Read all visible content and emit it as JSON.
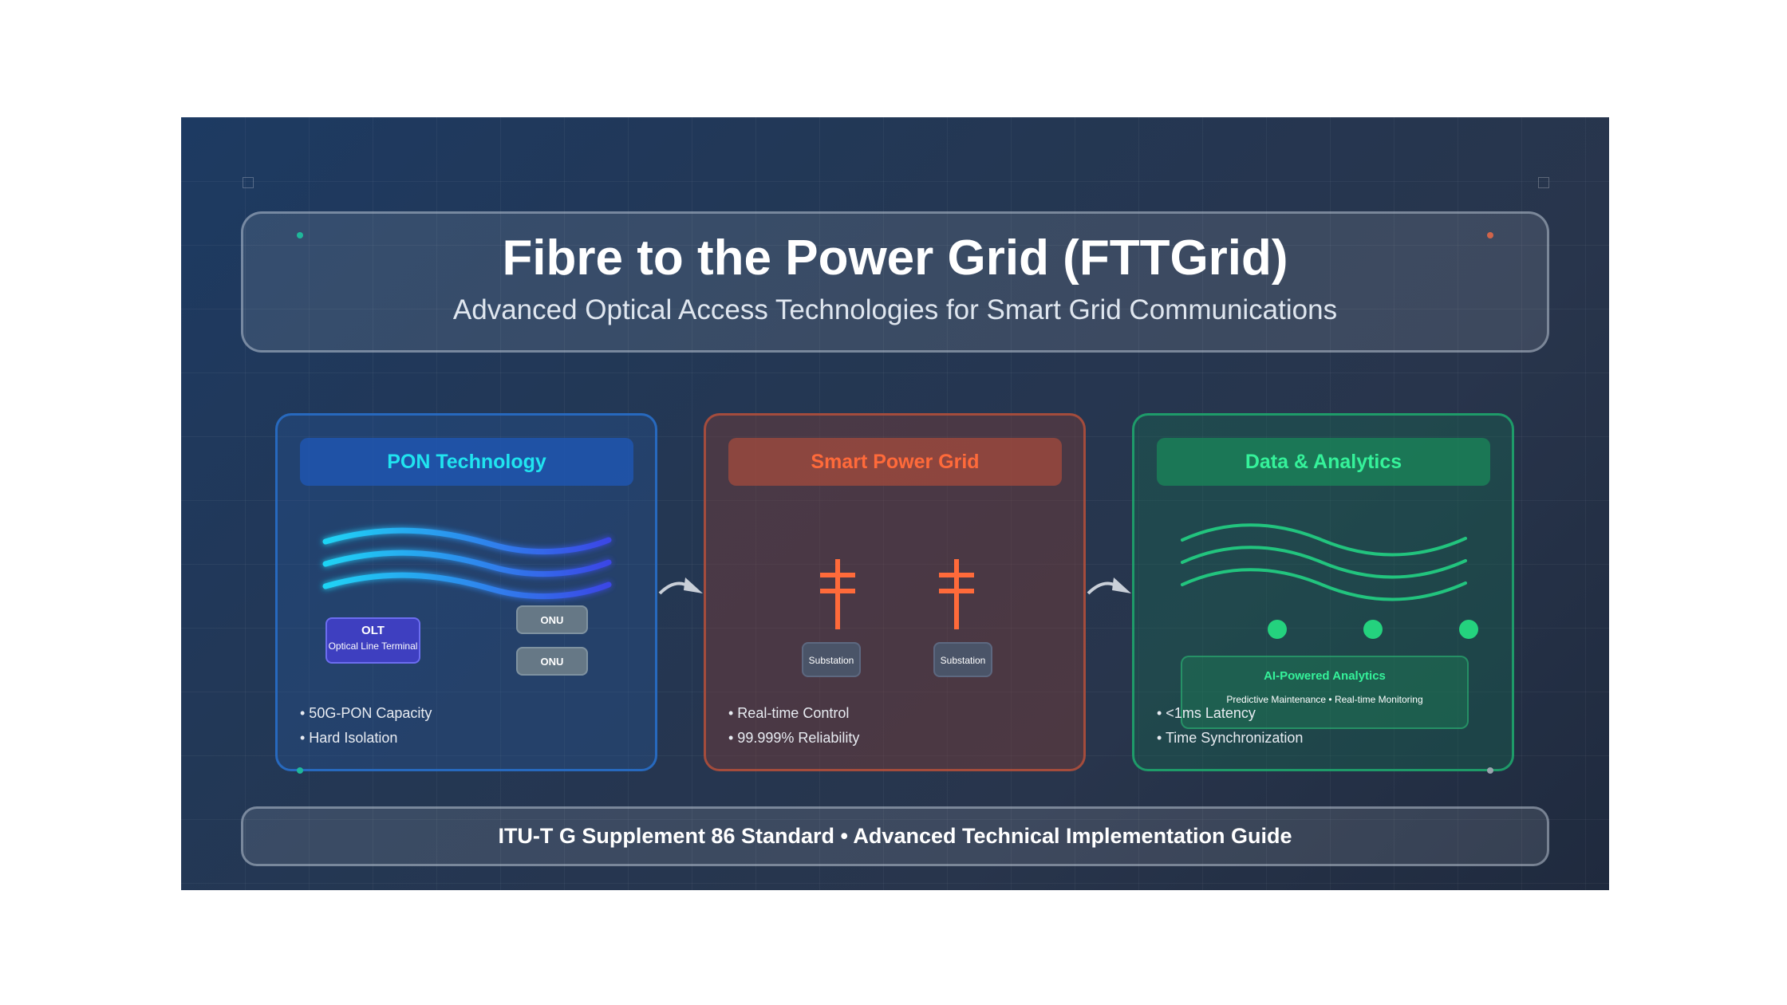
{
  "header": {
    "title": "Fibre to the Power Grid (FTTGrid)",
    "subtitle": "Advanced Optical Access Technologies for Smart Grid Communications"
  },
  "panels": [
    {
      "heading": "PON Technology",
      "bullets": [
        "• 50G-PON Capacity",
        "• Hard Isolation"
      ],
      "olt": {
        "label": "OLT",
        "sublabel": "Optical Line Terminal"
      },
      "onu_labels": [
        "ONU",
        "ONU"
      ],
      "accent": "#20e4f0"
    },
    {
      "heading": "Smart Power Grid",
      "bullets": [
        "• Real-time Control",
        "• 99.999% Reliability"
      ],
      "substation_labels": [
        "Substation",
        "Substation"
      ],
      "accent": "#ff6a3a"
    },
    {
      "heading": "Data & Analytics",
      "bullets": [
        "• <1ms Latency",
        "• Time Synchronization"
      ],
      "ai_box": {
        "title": "AI-Powered Analytics",
        "detail": "Predictive Maintenance • Real-time Monitoring"
      },
      "accent": "#35f29a"
    }
  ],
  "footer": {
    "text": "ITU-T G Supplement 86 Standard • Advanced Technical Implementation Guide"
  },
  "icons": [
    "fiber-waves-icon",
    "power-tower-icon",
    "data-waves-icon",
    "connector-arrow-icon",
    "data-node-icon"
  ]
}
